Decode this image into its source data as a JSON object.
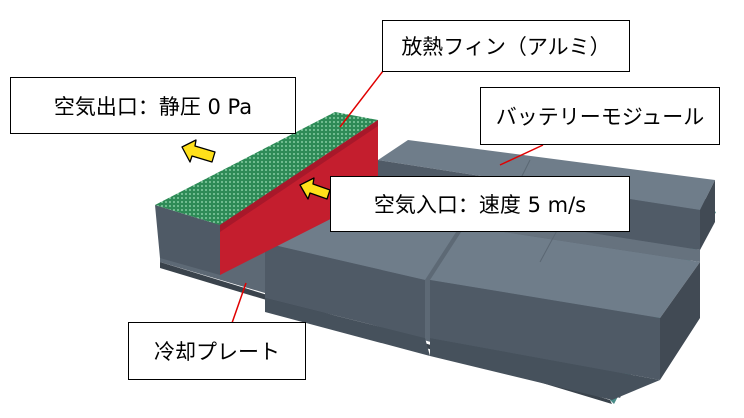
{
  "labels": {
    "fin": "放熱フィン（アルミ）",
    "outlet": "空気出口：静圧 0 Pa",
    "module": "バッテリーモジュール",
    "inlet": "空気入口：速度 5 m/s",
    "plate": "冷却プレート"
  },
  "colors": {
    "fin_block": "#c41e2e",
    "fin_top": "#2e8b57",
    "module_top": "#6f7d8a",
    "module_side": "#4f5a66",
    "arrow": "#ffe01a",
    "leader_line": "#e00000"
  }
}
